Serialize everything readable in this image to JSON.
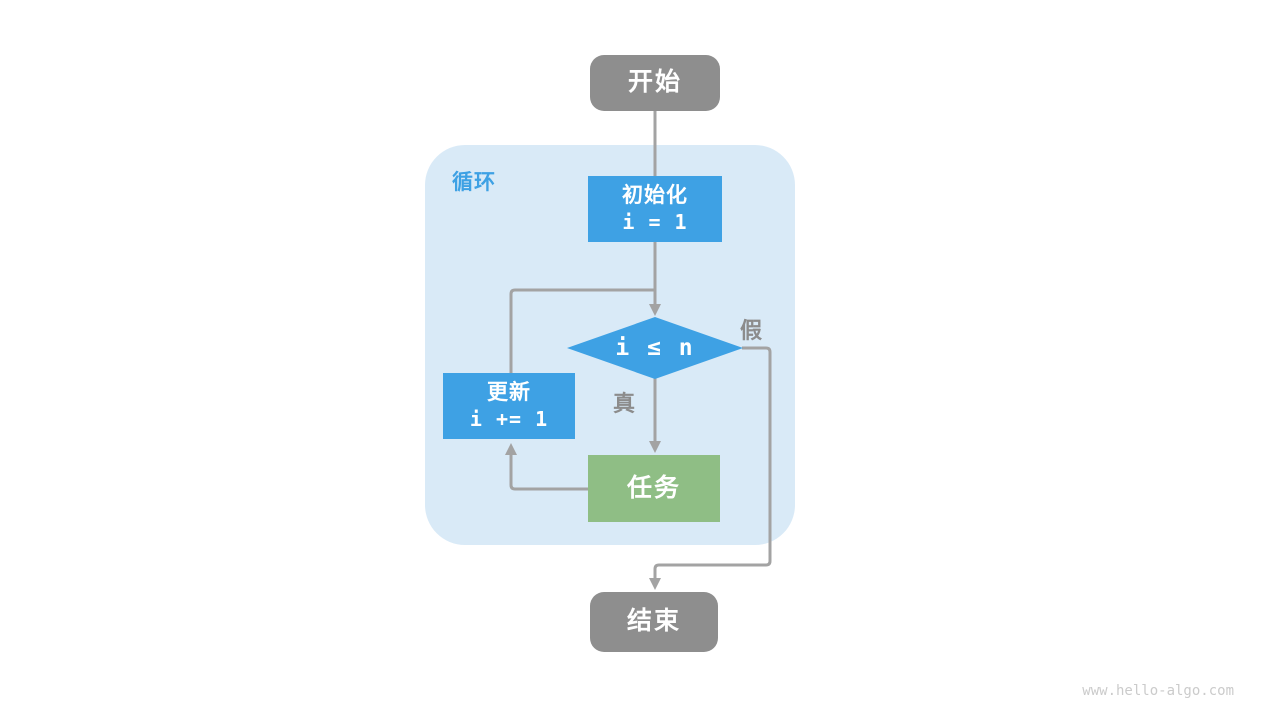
{
  "page": {
    "watermark": "www.hello-algo.com"
  },
  "diagram": {
    "loop_label": "循环",
    "nodes": {
      "start": {
        "label": "开始"
      },
      "init": {
        "title": "初始化",
        "code": "i = 1"
      },
      "condition": {
        "code": "i ≤ n"
      },
      "update": {
        "title": "更新",
        "code": "i += 1"
      },
      "task": {
        "label": "任务"
      },
      "end": {
        "label": "结束"
      }
    },
    "edges": {
      "true_label": "真",
      "false_label": "假"
    },
    "colors": {
      "node_blue": "#3EA1E4",
      "node_green": "#8FBE85",
      "node_gray": "#8E8E8E",
      "loop_background": "#D9EAF7",
      "connector_line": "#A3A3A3",
      "edge_label_gray": "#8C8C8C"
    }
  }
}
